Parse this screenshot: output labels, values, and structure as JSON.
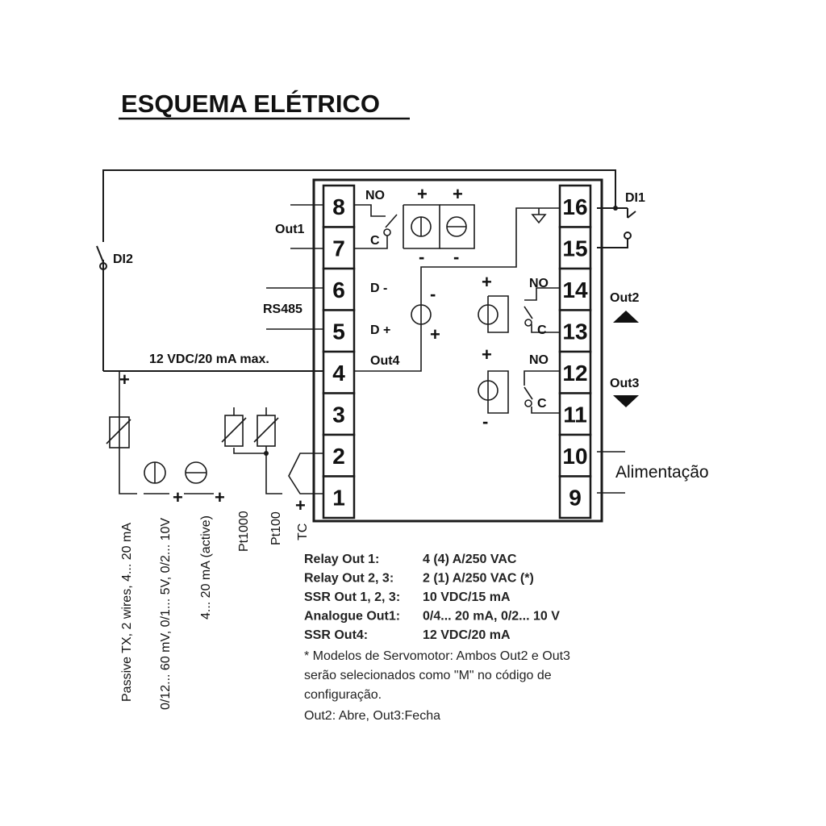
{
  "title": "ESQUEMA ELÉTRICO",
  "left_terminals": [
    "8",
    "7",
    "6",
    "5",
    "4",
    "3",
    "2",
    "1"
  ],
  "right_terminals": [
    "16",
    "15",
    "14",
    "13",
    "12",
    "11",
    "10",
    "9"
  ],
  "labels": {
    "no_top": "NO",
    "c_top": "C",
    "out1": "Out1",
    "rs485": "RS485",
    "d_minus": "D -",
    "d_plus": "D +",
    "supply": "12 VDC/20 mA max.",
    "out4": "Out4",
    "di1": "DI1",
    "di2": "DI2",
    "no_14": "NO",
    "c_13": "C",
    "no_12": "NO",
    "c_11": "C",
    "out2": "Out2",
    "out3": "Out3",
    "alimentacao": "Alimentação"
  },
  "inputs": {
    "passive_tx": "Passive TX, 2 wires, 4... 20 mA",
    "voltage_in": "0/12... 60 mV, 0/1... 5V, 0/2... 10V",
    "current_active": "4... 20 mA (active)",
    "pt1000": "Pt1000",
    "pt100": "Pt100",
    "tc": "TC"
  },
  "specs": [
    {
      "name": "Relay Out 1:",
      "value": "4 (4) A/250 VAC"
    },
    {
      "name": "Relay Out 2, 3:",
      "value": "2 (1) A/250 VAC (*)"
    },
    {
      "name": "SSR Out 1, 2, 3:",
      "value": "10 VDC/15 mA"
    },
    {
      "name": "Analogue Out1:",
      "value": "0/4... 20 mA, 0/2... 10 V"
    },
    {
      "name": "SSR Out4:",
      "value": "12 VDC/20 mA"
    }
  ],
  "notes": {
    "line1": "*     Modelos de Servomotor: Ambos Out2 e Out3",
    "line2": "serão selecionados como \"M\" no código de",
    "line3": "configuração.",
    "line4": "Out2: Abre, Out3:Fecha"
  }
}
